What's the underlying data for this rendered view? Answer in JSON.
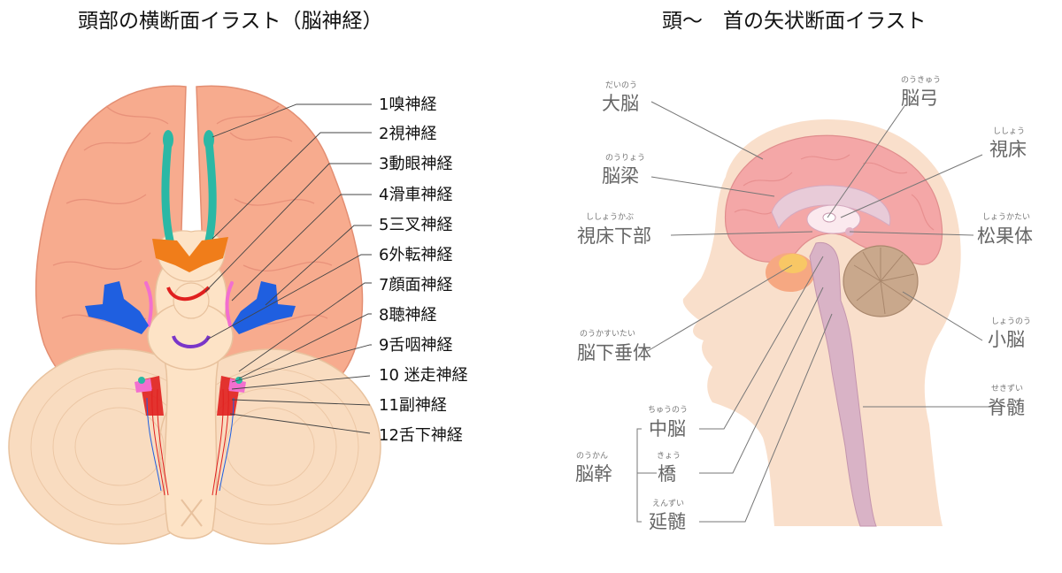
{
  "titles": {
    "left": "頭部の横断面イラスト（脳神経）",
    "right": "頭～　首の矢状断面イラスト"
  },
  "cranial_nerves": [
    "1嗅神経",
    "2視神経",
    "3動眼神経",
    "4滑車神経",
    "5三叉神経",
    "6外転神経",
    "7顔面神経",
    "8聴神経",
    "9舌咽神経",
    "10 迷走神経",
    "11副神経",
    "12舌下神経"
  ],
  "sagittal": {
    "cerebrum": {
      "label": "大脳",
      "ruby": "だいのう"
    },
    "fornix": {
      "label": "脳弓",
      "ruby": "のうきゅう"
    },
    "corpus_callosum": {
      "label": "脳梁",
      "ruby": "のうりょう"
    },
    "thalamus": {
      "label": "視床",
      "ruby": "ししょう"
    },
    "hypothalamus": {
      "label": "視床下部",
      "ruby": "ししょうかぶ"
    },
    "pineal": {
      "label": "松果体",
      "ruby": "しょうかたい"
    },
    "pituitary": {
      "label": "脳下垂体",
      "ruby": "のうかすいたい"
    },
    "cerebellum": {
      "label": "小脳",
      "ruby": "しょうのう"
    },
    "spinal_cord": {
      "label": "脊髄",
      "ruby": "せきずい"
    },
    "brainstem": {
      "label": "脳幹",
      "ruby": "のうかん"
    },
    "midbrain": {
      "label": "中脳",
      "ruby": "ちゅうのう"
    },
    "pons": {
      "label": "橋",
      "ruby": "きょう"
    },
    "medulla": {
      "label": "延髄",
      "ruby": "えんずい"
    }
  },
  "colors": {
    "brain_pink": "#f7ab8e",
    "cerebellum_beige": "#f9dcc0",
    "olfactory_teal": "#2bb8a5",
    "optic_orange": "#f07d1a",
    "nerve_blue": "#1f5fe0",
    "nerve_red": "#e0201f",
    "nerve_purple": "#7a36c9",
    "nerve_pink": "#f26fcf",
    "skin": "#f9dfcb",
    "sag_brain": "#f4a7a7",
    "spine_mauve": "#d9b3c6",
    "cerebellum_brown": "#c9a88c",
    "pituitary_yellow": "#f8c765",
    "label_gray": "#666666"
  }
}
